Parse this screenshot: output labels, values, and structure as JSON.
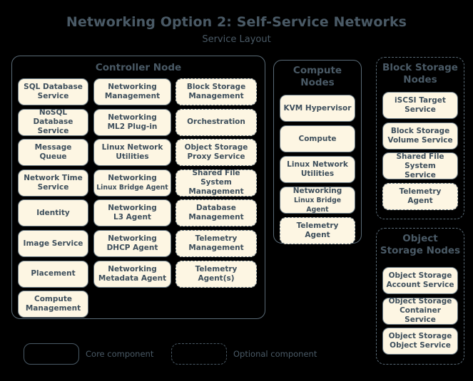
{
  "diagram": {
    "title": "Networking Option 2: Self-Service Networks",
    "subtitle": "Service Layout",
    "colors": {
      "background": "#000000",
      "box_fill": "#fdf6e3",
      "box_border": "#6a7b86",
      "text": "#3e4f5c",
      "title_text": "#4a5a66",
      "container_border": "#5a6b77"
    }
  },
  "groups": [
    {
      "id": "controller-node",
      "title": "Controller Node",
      "border": "solid",
      "columns": [
        {
          "id": "controller-col-1",
          "boxes": [
            {
              "l1": "SQL Database",
              "l2": "Service",
              "border": "solid"
            },
            {
              "l1": "NoSQL Database",
              "l2": "Service",
              "border": "solid"
            },
            {
              "l1": "Message Queue",
              "l2": "",
              "border": "solid"
            },
            {
              "l1": "Network Time",
              "l2": "Service",
              "border": "solid"
            },
            {
              "l1": "Identity",
              "l2": "",
              "border": "solid"
            },
            {
              "l1": "Image Service",
              "l2": "",
              "border": "solid"
            },
            {
              "l1": "Placement",
              "l2": "",
              "border": "solid"
            },
            {
              "l1": "Compute",
              "l2": "Management",
              "border": "solid"
            }
          ]
        },
        {
          "id": "controller-col-2",
          "boxes": [
            {
              "l1": "Networking",
              "l2": "Management",
              "border": "solid"
            },
            {
              "l1": "Networking",
              "l2": "ML2 Plug-in",
              "border": "solid"
            },
            {
              "l1": "Linux Network",
              "l2": "Utilities",
              "border": "solid"
            },
            {
              "l1": "Networking",
              "l2": "Linux Bridge Agent",
              "border": "solid",
              "l2_small": true
            },
            {
              "l1": "Networking",
              "l2": "L3 Agent",
              "border": "solid"
            },
            {
              "l1": "Networking",
              "l2": "DHCP Agent",
              "border": "solid"
            },
            {
              "l1": "Networking",
              "l2": "Metadata Agent",
              "border": "solid"
            }
          ]
        },
        {
          "id": "controller-col-3",
          "boxes": [
            {
              "l1": "Block Storage",
              "l2": "Management",
              "border": "dashed"
            },
            {
              "l1": "Orchestration",
              "l2": "",
              "border": "dashed"
            },
            {
              "l1": "Object Storage",
              "l2": "Proxy Service",
              "border": "dashed"
            },
            {
              "l1": "Shared File System",
              "l2": "Management",
              "border": "dashed"
            },
            {
              "l1": "Database",
              "l2": "Management",
              "border": "dashed"
            },
            {
              "l1": "Telemetry",
              "l2": "Management",
              "border": "dashed"
            },
            {
              "l1": "Telemetry",
              "l2": "Agent(s)",
              "border": "dashed"
            }
          ]
        }
      ]
    },
    {
      "id": "compute-nodes",
      "title_line1": "Compute",
      "title_line2": "Nodes",
      "border": "solid",
      "boxes": [
        {
          "l1": "KVM Hypervisor",
          "l2": "",
          "border": "solid"
        },
        {
          "l1": "Compute",
          "l2": "",
          "border": "solid"
        },
        {
          "l1": "Linux Network",
          "l2": "Utilities",
          "border": "solid"
        },
        {
          "l1": "Networking",
          "l2": "Linux Bridge Agent",
          "border": "solid",
          "l2_small": true
        },
        {
          "l1": "Telemetry",
          "l2": "Agent",
          "border": "dashed"
        }
      ]
    },
    {
      "id": "block-storage-nodes",
      "title_line1": "Block Storage",
      "title_line2": "Nodes",
      "border": "dashed",
      "boxes": [
        {
          "l1": "iSCSI Target",
          "l2": "Service",
          "border": "solid"
        },
        {
          "l1": "Block Storage",
          "l2": "Volume Service",
          "border": "solid"
        },
        {
          "l1": "Shared File System",
          "l2": "Service",
          "border": "solid"
        },
        {
          "l1": "Telemetry",
          "l2": "Agent",
          "border": "dashed"
        }
      ]
    },
    {
      "id": "object-storage-nodes",
      "title_line1": "Object",
      "title_line2": "Storage Nodes",
      "border": "dashed",
      "boxes": [
        {
          "l1": "Object Storage",
          "l2": "Account Service",
          "border": "solid"
        },
        {
          "l1": "Object Storage",
          "l2": "Container Service",
          "border": "solid"
        },
        {
          "l1": "Object Storage",
          "l2": "Object Service",
          "border": "solid"
        }
      ]
    }
  ],
  "legend": {
    "core_label": "Core component",
    "optional_label": "Optional component"
  }
}
